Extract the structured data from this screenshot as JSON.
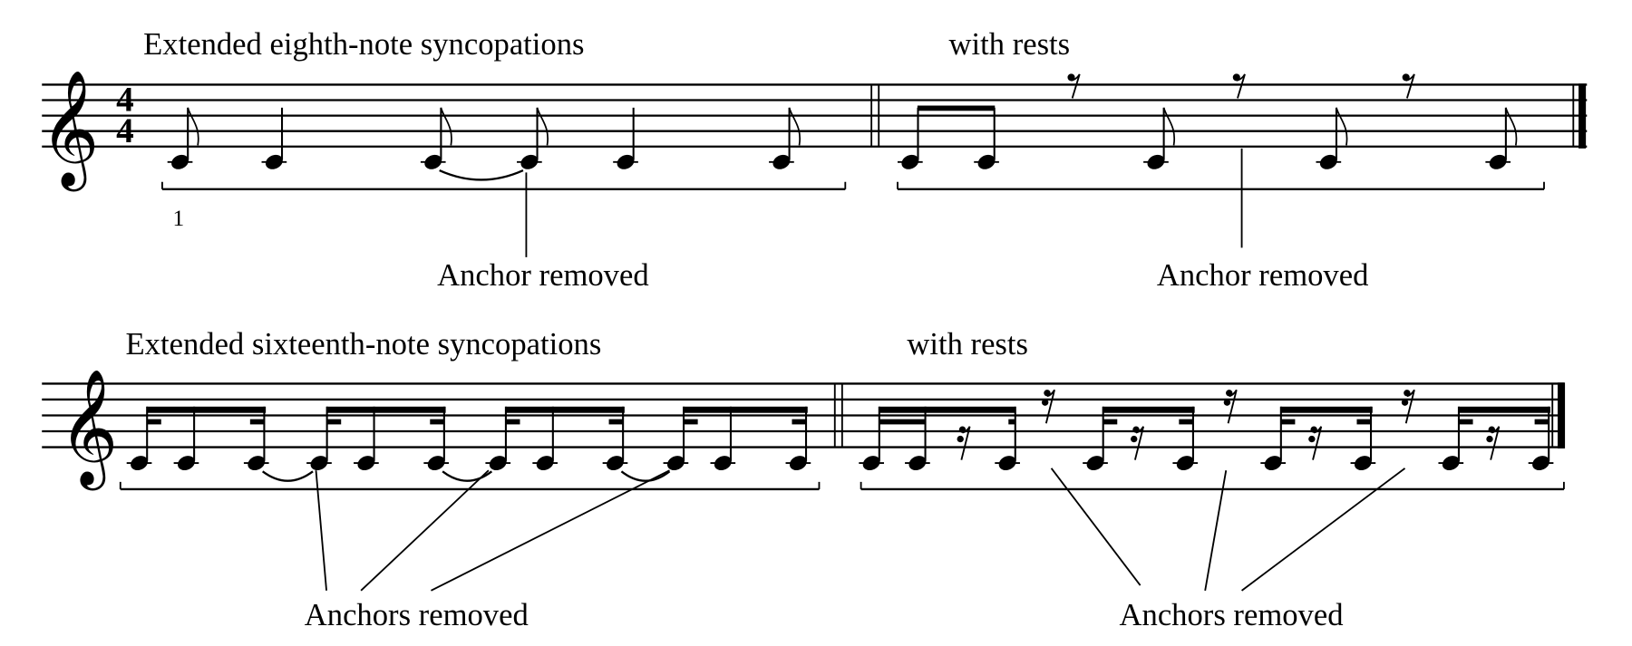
{
  "row1": {
    "title": "Extended eighth-note syncopations",
    "title_rests": "with rests",
    "time_signature": {
      "top": "4",
      "bottom": "4"
    },
    "count_label": "1",
    "annotation_left": "Anchor removed",
    "annotation_right": "Anchor removed"
  },
  "row2": {
    "title": "Extended sixteenth-note syncopations",
    "title_rests": "with rests",
    "annotation_left": "Anchors removed",
    "annotation_right": "Anchors removed"
  },
  "icons": {
    "clef": "treble-clef"
  }
}
